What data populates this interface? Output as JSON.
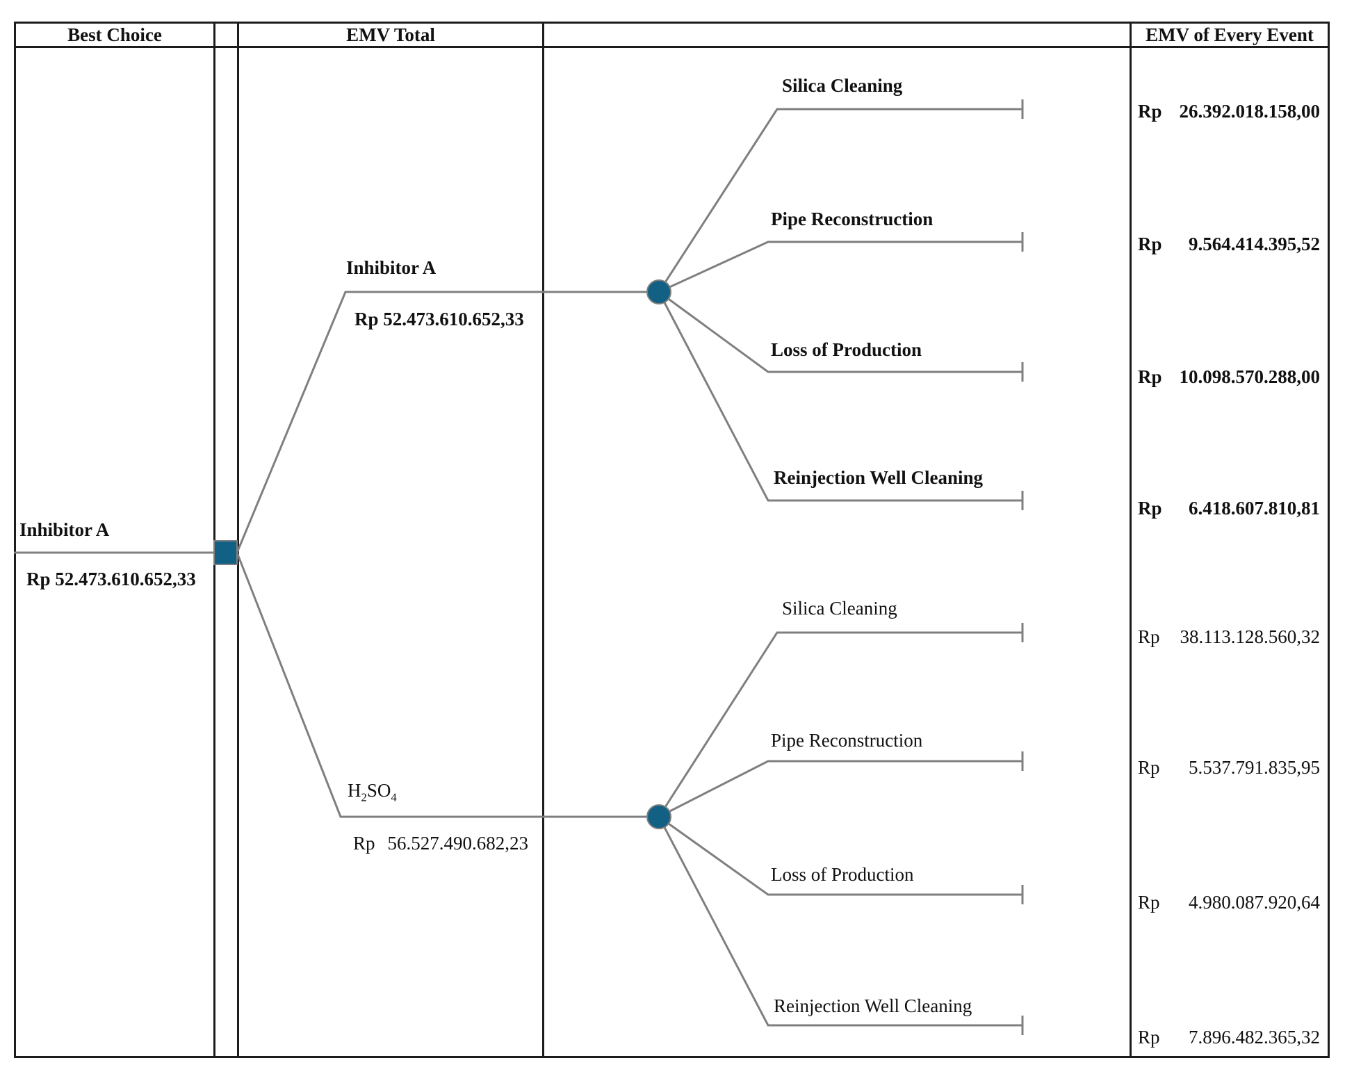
{
  "columns": {
    "best_choice": "Best Choice",
    "emv_total": "EMV Total",
    "emv_event": "EMV of Every Event"
  },
  "best_choice": {
    "label": "Inhibitor A",
    "value": "Rp 52.473.610.652,33"
  },
  "options": [
    {
      "label": "Inhibitor A",
      "total": "Rp 52.473.610.652,33",
      "events": [
        {
          "name": "Silica Cleaning",
          "currency": "Rp",
          "amount": "26.392.018.158,00"
        },
        {
          "name": "Pipe Reconstruction",
          "currency": "Rp",
          "amount": "9.564.414.395,52"
        },
        {
          "name": "Loss of Production",
          "currency": "Rp",
          "amount": "10.098.570.288,00"
        },
        {
          "name": "Reinjection Well Cleaning",
          "currency": "Rp",
          "amount": "6.418.607.810,81"
        }
      ]
    },
    {
      "formula": [
        "H",
        "2",
        "SO",
        "4"
      ],
      "total_currency": "Rp",
      "total_amount": "56.527.490.682,23",
      "events": [
        {
          "name": "Silica Cleaning",
          "currency": "Rp",
          "amount": "38.113.128.560,32"
        },
        {
          "name": "Pipe Reconstruction",
          "currency": "Rp",
          "amount": "5.537.791.835,95"
        },
        {
          "name": "Loss of Production",
          "currency": "Rp",
          "amount": "4.980.087.920,64"
        },
        {
          "name": "Reinjection Well Cleaning",
          "currency": "Rp",
          "amount": "7.896.482.365,32"
        }
      ]
    }
  ],
  "colors": {
    "node_fill": "#136085",
    "line": "#7f7f7f",
    "border": "#1c1c1c"
  }
}
